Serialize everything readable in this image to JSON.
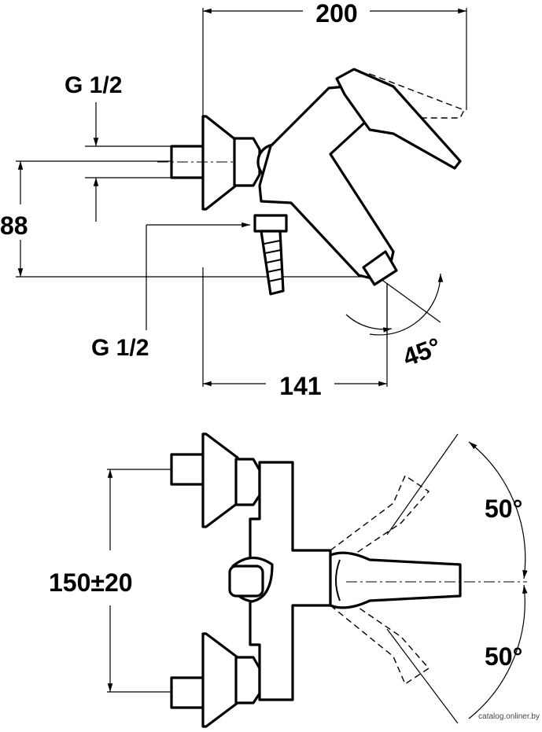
{
  "side_view": {
    "width_label": "200",
    "depth_label": "141",
    "height_label": "88",
    "inlet_thread_top": "G 1/2",
    "outlet_thread_bottom": "G 1/2",
    "spout_angle": "45°"
  },
  "top_view": {
    "center_distance": "150±20",
    "lever_angle_up": "50°",
    "lever_angle_down": "50°"
  },
  "watermark": "catalog.onliner.by"
}
